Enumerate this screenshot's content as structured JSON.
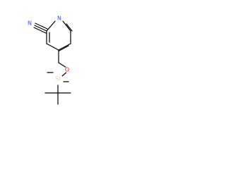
{
  "molecule": {
    "atoms": {
      "pyridine_n": {
        "label": "N",
        "color": "#3050F8"
      },
      "nitrile_n": {
        "label": "N",
        "color": "#3050F8"
      },
      "ether_o": {
        "label": "O",
        "color": "#FF0D0D"
      },
      "silicon": {
        "label": "Si",
        "color": "#F0C8A0"
      }
    }
  }
}
